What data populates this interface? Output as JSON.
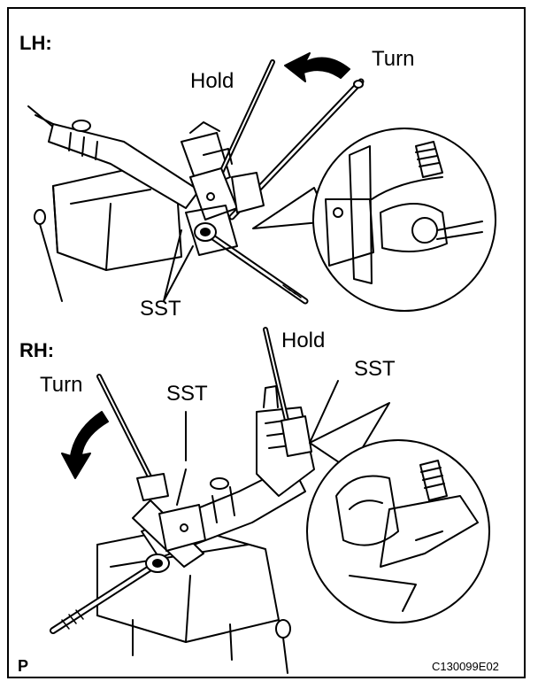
{
  "lh": {
    "section_label": "LH:",
    "hold_label": "Hold",
    "turn_label": "Turn",
    "sst_label": "SST"
  },
  "rh": {
    "section_label": "RH:",
    "hold_label": "Hold",
    "turn_label": "Turn",
    "sst_label_center": "SST",
    "sst_label_right": "SST"
  },
  "footer": {
    "page_mark": "P",
    "figure_code": "C130099E02"
  }
}
